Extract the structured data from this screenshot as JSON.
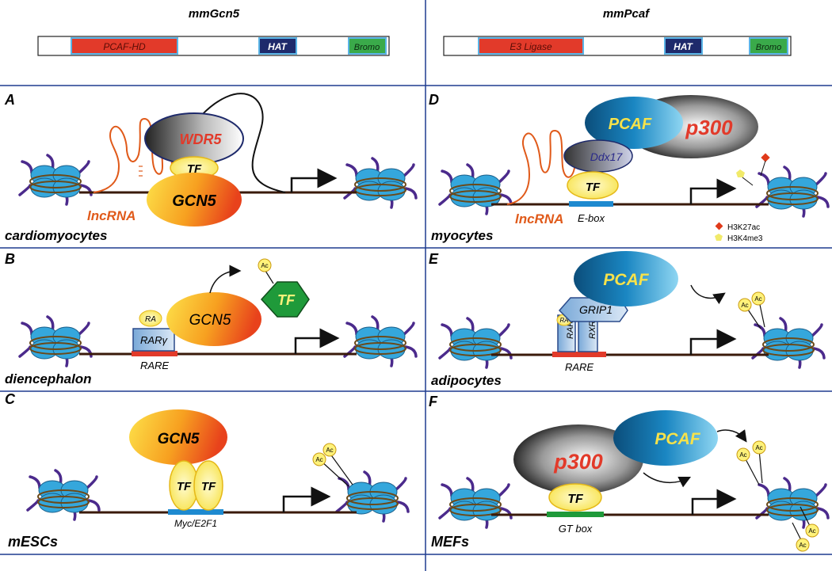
{
  "headers": {
    "left": "mmGcn5",
    "right": "mmPcaf"
  },
  "domains": {
    "left": {
      "d1": "PCAF-HD",
      "d2": "HAT",
      "d3": "Bromo"
    },
    "right": {
      "d1": "E3 Ligase",
      "d2": "HAT",
      "d3": "Bromo"
    }
  },
  "colors": {
    "divider": "#1f3c8f",
    "domain_red": "#e23a2a",
    "hat_navy": "#1e2a6b",
    "bromo_green": "#3aaa4a",
    "nucleosome_blue": "#35a7dc",
    "tail_purple": "#4b2a8c",
    "lncrna_orange": "#e05a1a",
    "tf_yellow": "#fff27a",
    "tf_green": "#1f9a3a"
  },
  "panels": {
    "A": {
      "letter": "A",
      "cell": "cardiomyocytes",
      "wdr5": "WDR5",
      "tf": "TF",
      "gcn5": "GCN5",
      "lncrna": "lncRNA"
    },
    "B": {
      "letter": "B",
      "cell": "diencephalon",
      "ra": "RA",
      "rar": "RARγ",
      "rare": "RARE",
      "gcn5": "GCN5",
      "tf": "TF",
      "ac": "Ac"
    },
    "C": {
      "letter": "C",
      "cell": "mESCs",
      "gcn5": "GCN5",
      "tf1": "TF",
      "tf2": "TF",
      "site": "Myc/E2F1",
      "ac1": "Ac",
      "ac2": "Ac"
    },
    "D": {
      "letter": "D",
      "cell": "myocytes",
      "pcaf": "PCAF",
      "p300": "p300",
      "ddx17": "Ddx17",
      "tf": "TF",
      "lncrna": "lncRNA",
      "ebox": "E-box",
      "legend1": "H3K27ac",
      "legend2": "H3K4me3"
    },
    "E": {
      "letter": "E",
      "cell": "adipocytes",
      "pcaf": "PCAF",
      "grip1": "GRIP1",
      "ra": "RA",
      "rar": "RAR",
      "rxr": "RXR",
      "rare": "RARE",
      "ac1": "Ac",
      "ac2": "Ac"
    },
    "F": {
      "letter": "F",
      "cell": "MEFs",
      "p300": "p300",
      "pcaf": "PCAF",
      "tf": "TF",
      "gtbox": "GT box",
      "ac1": "Ac",
      "ac2": "Ac",
      "ac3": "Ac",
      "ac4": "Ac"
    }
  }
}
